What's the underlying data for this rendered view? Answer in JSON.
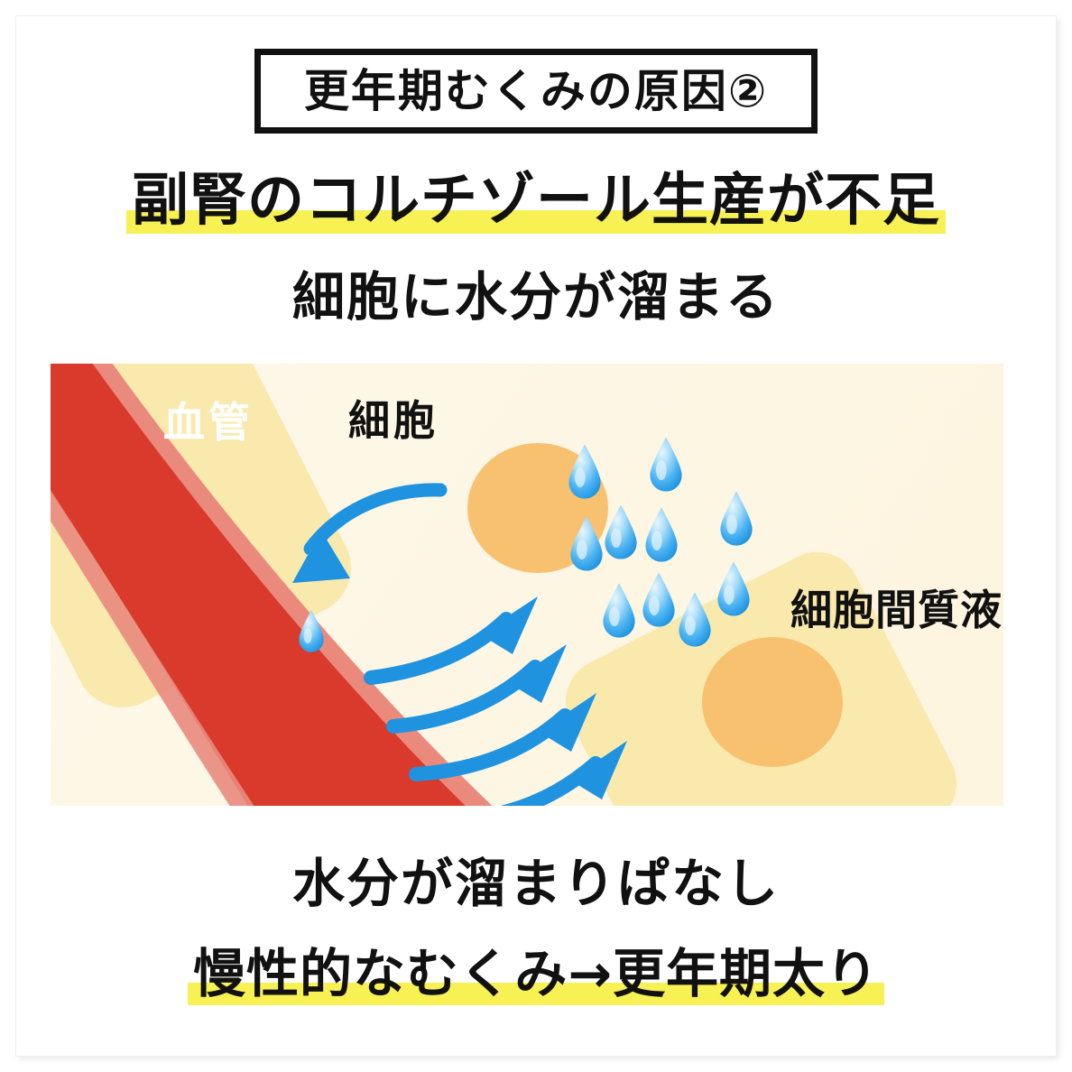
{
  "title_box": {
    "text": "更年期むくみの原因②"
  },
  "headlines": [
    {
      "text": "副腎のコルチゾール生産が不足",
      "highlight": true,
      "highlight_color": "#f7f154"
    },
    {
      "text": "細胞に水分が溜まる",
      "highlight": false
    }
  ],
  "footlines": [
    {
      "text": "水分が溜まりぱなし",
      "highlight": false
    },
    {
      "text": "慢性的なむくみ→更年期太り",
      "highlight": true,
      "highlight_color": "#f7f154"
    }
  ],
  "diagram": {
    "labels": {
      "vessel": "血管",
      "cell": "細胞",
      "interstitial_fluid": "細胞間質液"
    },
    "colors": {
      "background_cream": "#fdf7e4",
      "vessel_red": "#d93a2b",
      "vessel_edge_pink": "#e98a7d",
      "cell_yellow": "#fae9ad",
      "nucleus_orange": "#f8c170",
      "arrow_blue": "#1f93e0",
      "droplet_blue": "#35a9ef",
      "droplet_highlight": "#bfe6fb"
    },
    "droplets_interstitial_count": 10,
    "droplet_in_vessel_count": 1,
    "arrows_into_tissue_count": 4,
    "arrows_into_vessel_count": 1,
    "cells_count": 2,
    "nuclei_count": 2
  }
}
